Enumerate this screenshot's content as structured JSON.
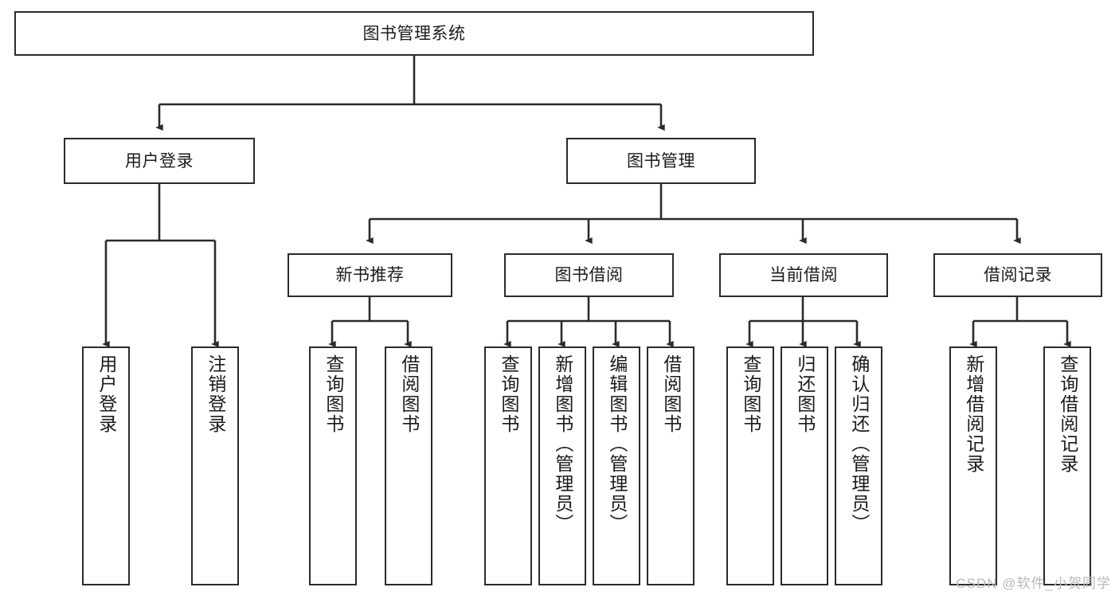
{
  "diagram": {
    "type": "tree",
    "title": "图书管理系统",
    "watermark": "CSDN @软件_小贺同学",
    "colors": {
      "box_border": "#2b2b2b",
      "box_fill": "#ffffff",
      "edge": "#2b2b2b",
      "text": "#1b1b1b",
      "watermark": "#b9b9b9",
      "background": "#ffffff"
    },
    "levels": [
      {
        "level": 1,
        "name": "root"
      },
      {
        "level": 2,
        "name": "modules"
      },
      {
        "level": 3,
        "name": "submodules"
      },
      {
        "level": 4,
        "name": "functions"
      }
    ],
    "nodes": {
      "root": {
        "id": "root",
        "label": "图书管理系统",
        "orientation": "horizontal"
      },
      "level2": [
        {
          "id": "user-login",
          "label": "用户登录",
          "orientation": "horizontal"
        },
        {
          "id": "book-manage",
          "label": "图书管理",
          "orientation": "horizontal"
        }
      ],
      "level3": [
        {
          "id": "new-book-recommend",
          "label": "新书推荐",
          "orientation": "horizontal"
        },
        {
          "id": "book-borrow",
          "label": "图书借阅",
          "orientation": "horizontal"
        },
        {
          "id": "current-borrow",
          "label": "当前借阅",
          "orientation": "horizontal"
        },
        {
          "id": "borrow-record",
          "label": "借阅记录",
          "orientation": "horizontal"
        }
      ],
      "leaves": [
        {
          "id": "leaf-user-login",
          "label": "用户登录",
          "parent": "user-login",
          "orientation": "vertical"
        },
        {
          "id": "leaf-logout-login",
          "label": "注销登录",
          "parent": "user-login",
          "orientation": "vertical"
        },
        {
          "id": "leaf-query-book-1",
          "label": "查询图书",
          "parent": "new-book-recommend",
          "orientation": "vertical"
        },
        {
          "id": "leaf-borrow-book-1",
          "label": "借阅图书",
          "parent": "new-book-recommend",
          "orientation": "vertical"
        },
        {
          "id": "leaf-query-book-2",
          "label": "查询图书",
          "parent": "book-borrow",
          "orientation": "vertical"
        },
        {
          "id": "leaf-add-book",
          "label": "新增图书（管理员）",
          "parent": "book-borrow",
          "orientation": "vertical"
        },
        {
          "id": "leaf-edit-book",
          "label": "编辑图书（管理员）",
          "parent": "book-borrow",
          "orientation": "vertical"
        },
        {
          "id": "leaf-borrow-book-2",
          "label": "借阅图书",
          "parent": "book-borrow",
          "orientation": "vertical"
        },
        {
          "id": "leaf-query-book-3",
          "label": "查询图书",
          "parent": "current-borrow",
          "orientation": "vertical"
        },
        {
          "id": "leaf-return-book",
          "label": "归还图书",
          "parent": "current-borrow",
          "orientation": "vertical"
        },
        {
          "id": "leaf-confirm-return",
          "label": "确认归还（管理员）",
          "parent": "current-borrow",
          "orientation": "vertical"
        },
        {
          "id": "leaf-add-record",
          "label": "新增借阅记录",
          "parent": "borrow-record",
          "orientation": "vertical"
        },
        {
          "id": "leaf-query-record",
          "label": "查询借阅记录",
          "parent": "borrow-record",
          "orientation": "vertical"
        }
      ]
    }
  }
}
